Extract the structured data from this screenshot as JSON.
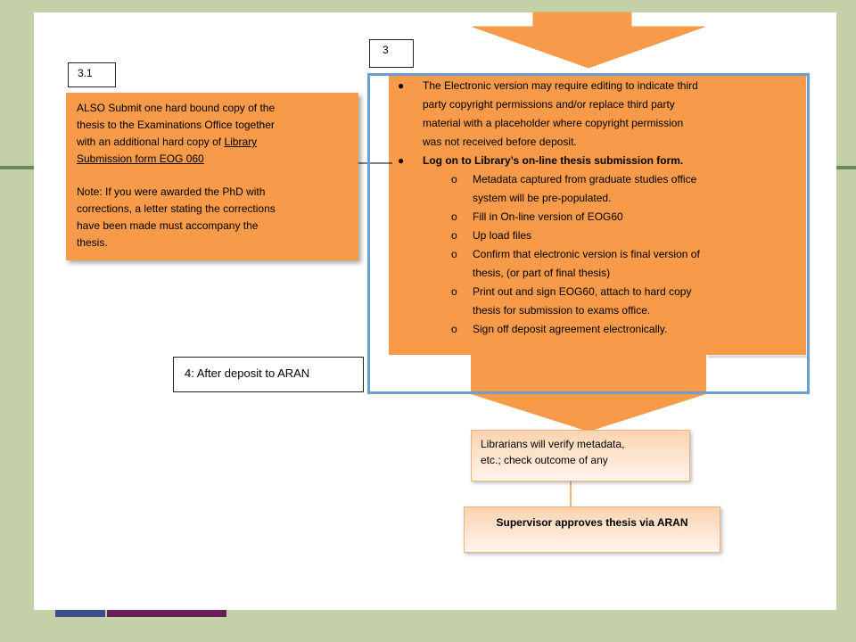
{
  "labels": {
    "box3": "3",
    "box31": "3.1",
    "box4": "4: After deposit  to ARAN"
  },
  "card31": {
    "line1": "ALSO Submit one hard bound  copy of the",
    "line2": "thesis to the Examinations  Office together",
    "line3": "with an additional  hard copy of",
    "link1": "Library",
    "link2": "Submission form EOG 060",
    "note1": "Note: If you were awarded the PhD with",
    "note2": "corrections, a letter stating the corrections",
    "note3": "have been made must accompany  the",
    "note4": "thesis."
  },
  "main": {
    "b1_l1": "The Electronic  version may require editing  to indicate  third",
    "b1_l2": "party copyright permissions  and/or replace third party",
    "b1_l3": "material with a placeholder  where copyright permission",
    "b1_l4": "was not received before deposit.",
    "b2": "Log on to Library’s on-line  thesis submission form.",
    "s1_l1": "Metadata captured from graduate  studies office",
    "s1_l2": "system will be pre-populated.",
    "s2": "Fill in On-line  version of EOG60",
    "s3": "Up load files",
    "s4_l1": "Confirm that electronic version is final version of",
    "s4_l2": "thesis, (or part of final thesis)",
    "s5_l1": "Print out and sign EOG60, attach to hard copy",
    "s5_l2": "thesis for submission  to exams office.",
    "s6": "Sign off deposit agreement electronically."
  },
  "verify": {
    "l1": "Librarians will verify metadata,",
    "l2": "etc.; check outcome  of any"
  },
  "approve": "Supervisor approves thesis via ARAN",
  "colors": {
    "orange": "#f79a4a",
    "frame_blue": "#6a9fd0",
    "background_green": "#c3d0a8"
  }
}
